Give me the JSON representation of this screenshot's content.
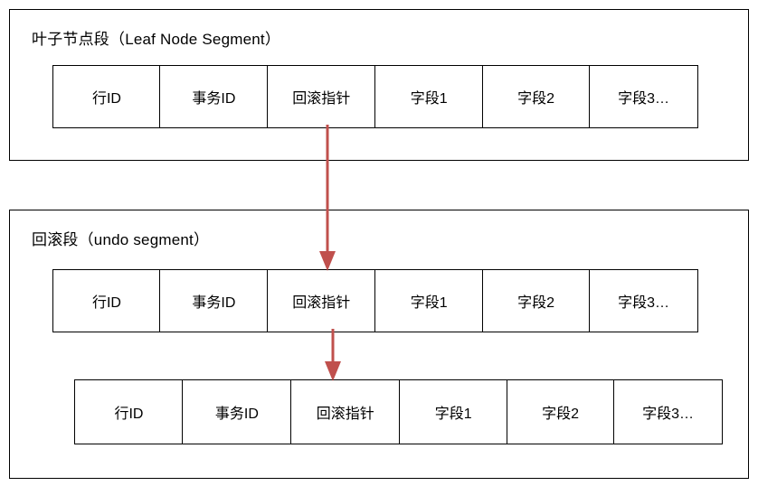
{
  "diagram": {
    "title_leaf": "叶子节点段（Leaf Node Segment）",
    "title_undo": "回滚段（undo segment）",
    "accent_color": "#c0504d",
    "line_color": "#000000",
    "background_color": "#ffffff"
  },
  "columns": {
    "row_id": "行ID",
    "trx_id": "事务ID",
    "roll_pointer": "回滚指针",
    "field1": "字段1",
    "field2": "字段2",
    "field3": "字段3…"
  },
  "tables": {
    "leaf": {
      "cells": [
        "行ID",
        "事务ID",
        "回滚指针",
        "字段1",
        "字段2",
        "字段3…"
      ]
    },
    "undo_primary": {
      "cells": [
        "行ID",
        "事务ID",
        "回滚指针",
        "字段1",
        "字段2",
        "字段3…"
      ]
    },
    "undo_secondary": {
      "cells": [
        "行ID",
        "事务ID",
        "回滚指针",
        "字段1",
        "字段2",
        "字段3…"
      ]
    }
  },
  "arrows": [
    {
      "name": "leaf-to-undo",
      "from": "leaf.roll_pointer",
      "to": "undo_primary",
      "color": "#c0504d"
    },
    {
      "name": "undo-to-child",
      "from": "undo_primary.roll_pointer",
      "to": "undo_secondary",
      "color": "#c0504d"
    }
  ]
}
